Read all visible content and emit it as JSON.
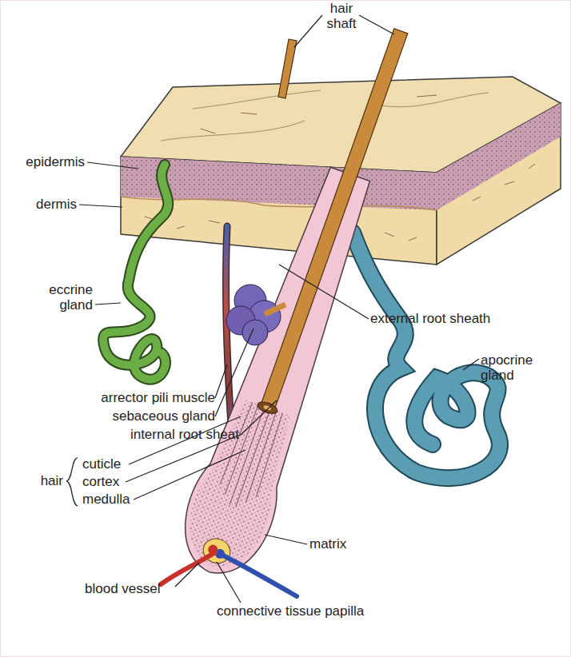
{
  "diagram": {
    "labels": [
      "hair shaft",
      "epidermis",
      "dermis",
      "eccrine gland",
      "external root sheath",
      "apocrine gland",
      "arrector pili muscle",
      "sebaceous gland",
      "internal root sheat",
      "hair",
      "cuticle",
      "cortex",
      "medulla",
      "matrix",
      "blood vessel",
      "connective tissue papilla"
    ]
  }
}
